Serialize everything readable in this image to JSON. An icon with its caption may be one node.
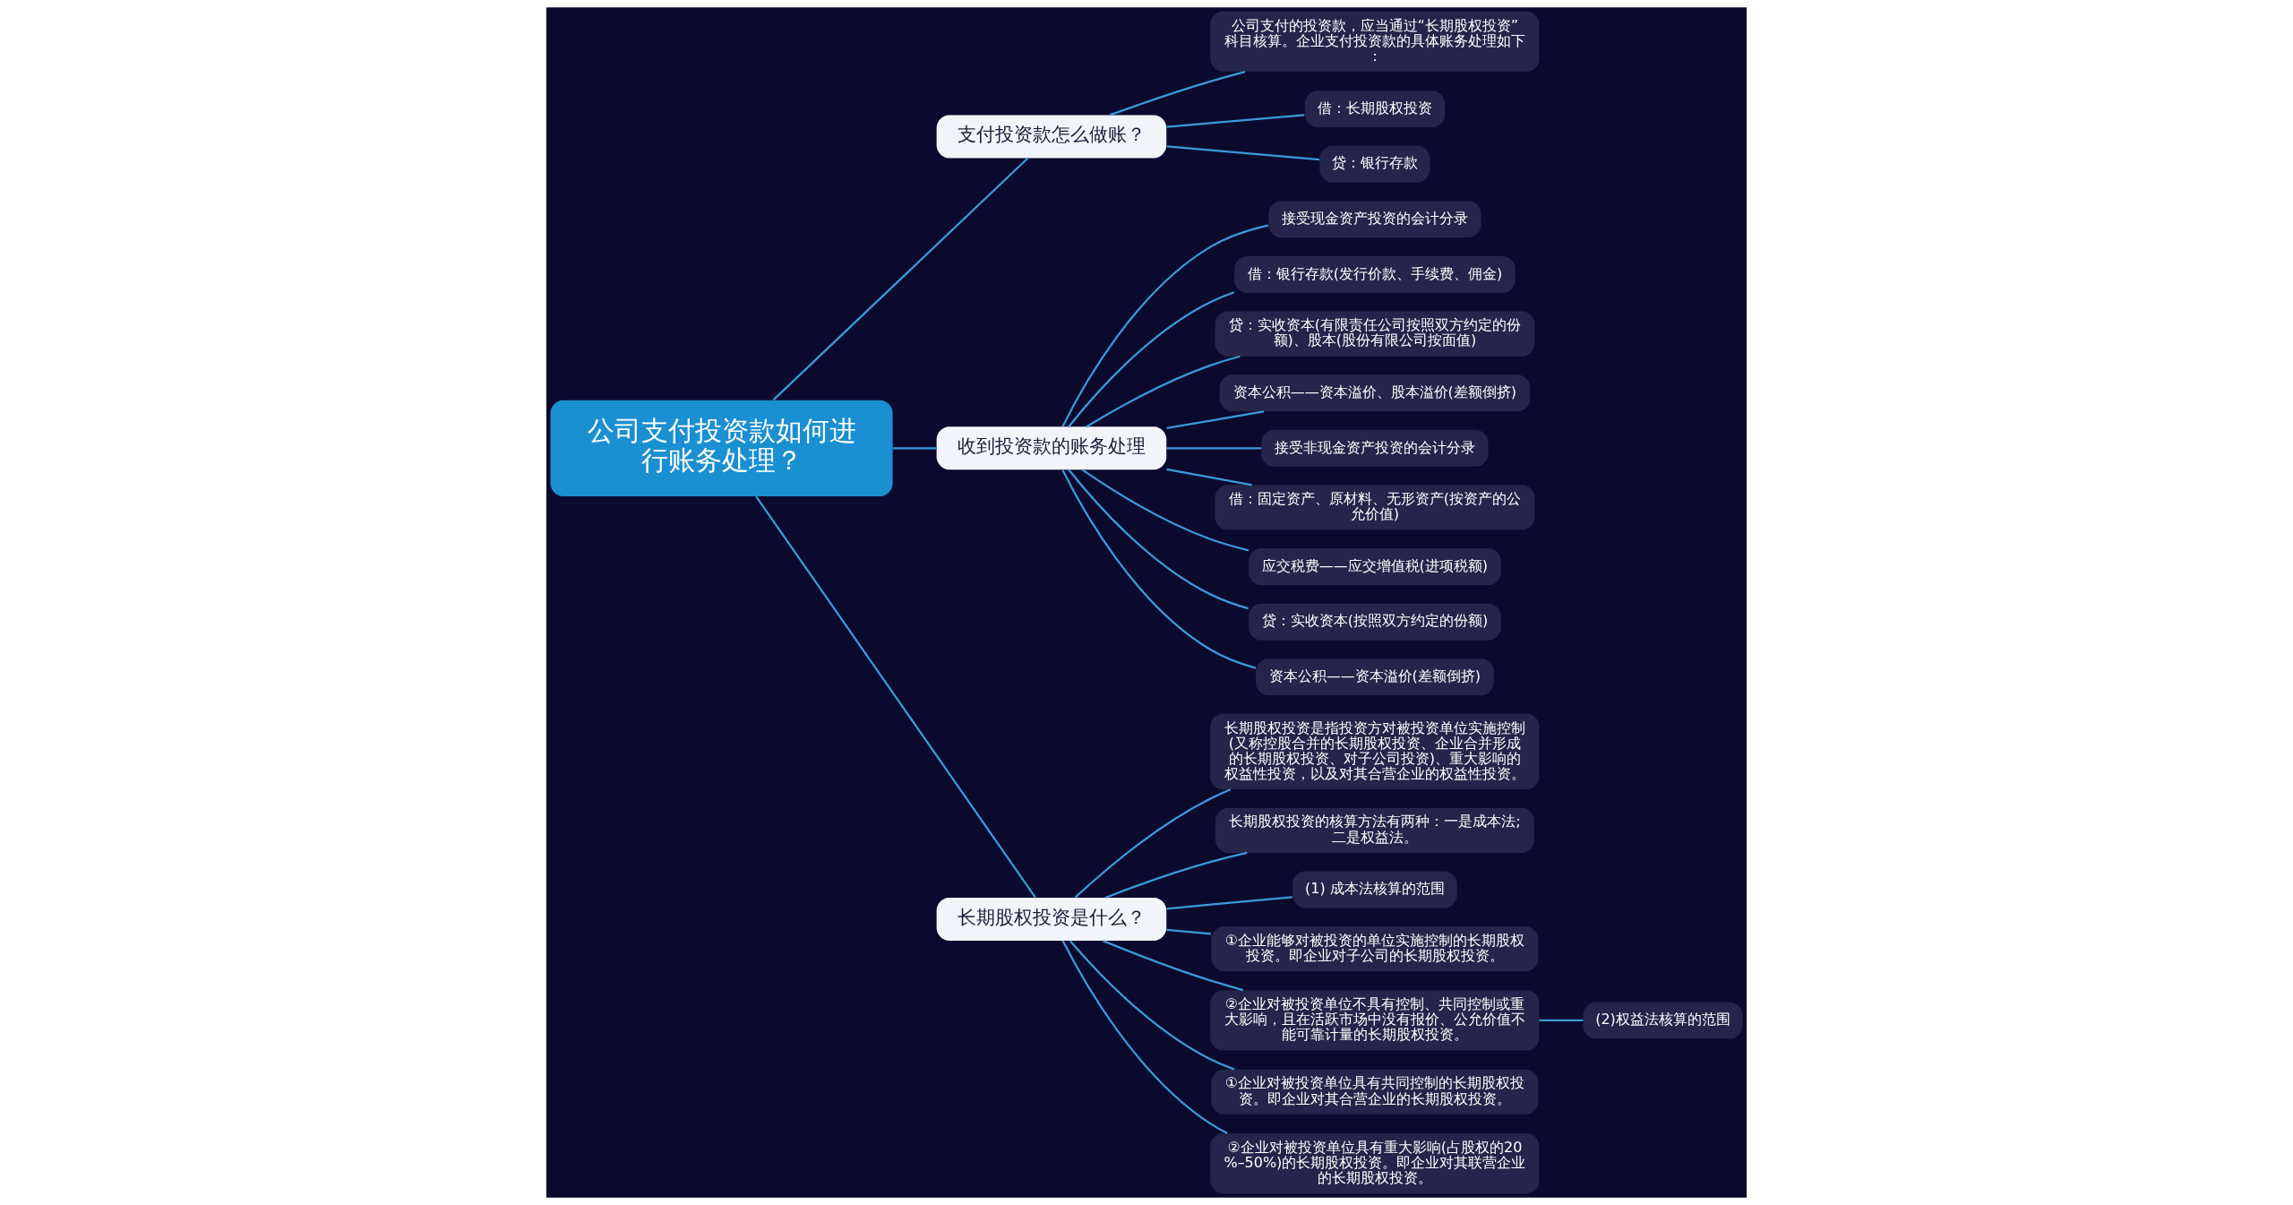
{
  "diagram": {
    "nodes": [
      {
        "text": [
          "公司支付投资款如何进行账务处理？"
        ]
      },
      {
        "text": [
          "支付投资款怎么做账？"
        ]
      },
      {
        "text": [
          "公司支付的投资款，应当通过“长期股权投资”科目核算。企业支付投资款的具体账务处理如下："
        ]
      },
      {
        "text": [
          "借：长期股权投资"
        ]
      },
      {
        "text": [
          "贷：银行存款"
        ]
      },
      {
        "text": [
          "收到投资款的账务处理"
        ]
      },
      {
        "text": [
          "接受现金资产投资的会计分录"
        ]
      },
      {
        "text": [
          "借：银行存款(发行价款、手续费、佣金)"
        ]
      },
      {
        "text": [
          "贷：实收资本(有限责任公司按照双方约定的份额)、股本(股份有限公司按面值)"
        ]
      },
      {
        "text": [
          "资本公积——资本溢价、股本溢价(差额倒挤)"
        ]
      },
      {
        "text": [
          "接受非现金资产投资的会计分录"
        ]
      },
      {
        "text": [
          "借：固定资产、原材料、无形资产(按资产的公允价值)"
        ]
      },
      {
        "text": [
          "应交税费——应交增值税(进项税额)"
        ]
      },
      {
        "text": [
          "贷：实收资本(按照双方约定的份额)"
        ]
      },
      {
        "text": [
          "资本公积——资本溢价(差额倒挤)"
        ]
      },
      {
        "text": [
          "长期股权投资是什么？"
        ]
      },
      {
        "text": [
          "长期股权投资是指投资方对被投资单位实施控制(又称控股合并的长期股权投资、企业合并形成的长期股权投资、对子公司投资)、重大影响的权益性投资，以及对其合营企业的权益性投资。"
        ]
      },
      {
        "text": [
          "长期股权投资的核算方法有两种：一是成本法;二是权益法。"
        ]
      },
      {
        "text": [
          "(1) 成本法核算的范围"
        ]
      },
      {
        "text": [
          "①企业能够对被投资的单位实施控制的长期股权投资。即企业对子公司的长期股权投资。"
        ]
      },
      {
        "text": [
          "②企业对被投资单位不具有控制、共同控制或重大影响，且在活跃市场中没有报价、公允价值不能可靠计量的长期股权投资。"
        ]
      },
      {
        "text": [
          "①企业对被投资单位具有共同控制的长期股权投资。即企业对其合营企业的长期股权投资。"
        ]
      },
      {
        "text": [
          "②企业对被投资单位具有重大影响(占股权的20%–50%)的长期股权投资。即企业对其联营企业的长期股权投资。"
        ]
      },
      {
        "text": [
          "(2)权益法核算的范围"
        ]
      }
    ],
    "edges": [
      {
        "from": 0,
        "to": 1,
        "arrow": "none"
      },
      {
        "from": 1,
        "to": 2,
        "arrow": "none"
      },
      {
        "from": 1,
        "to": 3,
        "arrow": "none"
      },
      {
        "from": 1,
        "to": 4,
        "arrow": "none"
      },
      {
        "from": 0,
        "to": 5,
        "arrow": "none"
      },
      {
        "from": 5,
        "to": 6,
        "arrow": "none"
      },
      {
        "from": 5,
        "to": 7,
        "arrow": "none"
      },
      {
        "from": 5,
        "to": 8,
        "arrow": "none"
      },
      {
        "from": 5,
        "to": 9,
        "arrow": "none"
      },
      {
        "from": 5,
        "to": 10,
        "arrow": "none"
      },
      {
        "from": 5,
        "to": 11,
        "arrow": "none"
      },
      {
        "from": 5,
        "to": 12,
        "arrow": "none"
      },
      {
        "from": 5,
        "to": 13,
        "arrow": "none"
      },
      {
        "from": 5,
        "to": 14,
        "arrow": "none"
      },
      {
        "from": 0,
        "to": 15,
        "arrow": "none"
      },
      {
        "from": 15,
        "to": 16,
        "arrow": "none"
      },
      {
        "from": 15,
        "to": 17,
        "arrow": "none"
      },
      {
        "from": 15,
        "to": 18,
        "arrow": "none"
      },
      {
        "from": 15,
        "to": 19,
        "arrow": "none"
      },
      {
        "from": 15,
        "to": 20,
        "arrow": "none"
      },
      {
        "from": 15,
        "to": 21,
        "arrow": "none"
      },
      {
        "from": 15,
        "to": 22,
        "arrow": "none"
      },
      {
        "from": 20,
        "to": 23,
        "arrow": "none"
      }
    ]
  }
}
